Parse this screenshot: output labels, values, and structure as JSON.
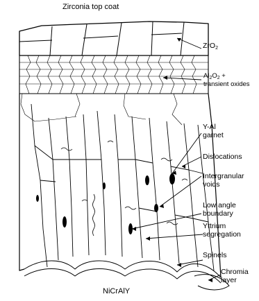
{
  "labels": {
    "top_coat": "Zirconia top coat",
    "zro2_base": "ZrO",
    "zro2_sub": "2",
    "al2o3_a": "Al",
    "al2o3_sub1": "2",
    "al2o3_b": "O",
    "al2o3_sub2": "2",
    "al2o3_c": " +",
    "transient": "transient oxides",
    "garnet_1": "Y-Al",
    "garnet_2": "garnet",
    "dislocations": "Dislocations",
    "voids_1": "Intergranular",
    "voids_2": "voids",
    "boundary_1": "Low angle",
    "boundary_2": "boundary",
    "yttrium_1": "Yttrium",
    "yttrium_2": "segregation",
    "spinels": "Spinels",
    "chromia_1": "Chromia",
    "chromia_2": "layer",
    "substrate": "NiCrAlY"
  }
}
